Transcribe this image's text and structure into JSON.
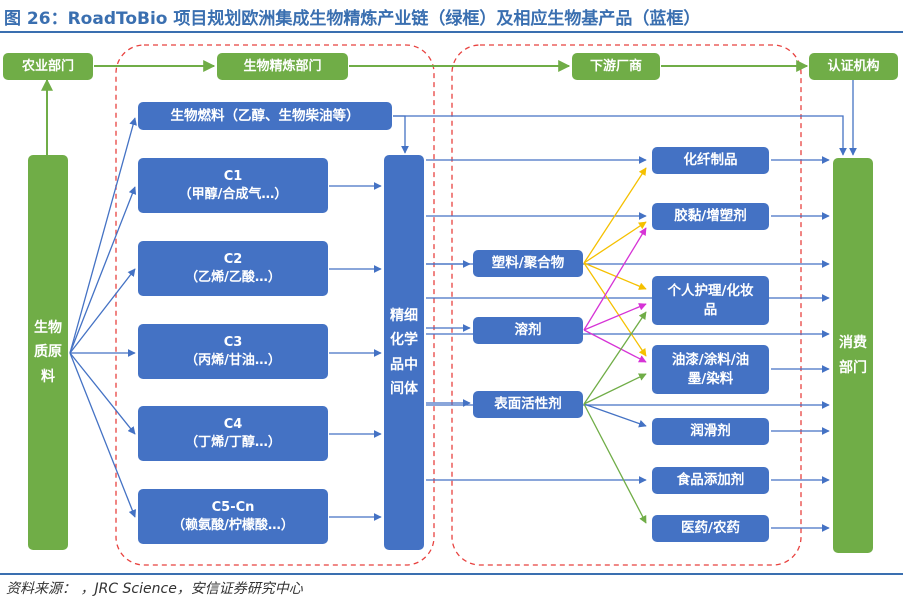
{
  "title": "图 26：RoadToBio 项目规划欧洲集成生物精炼产业链（绿框）及相应生物基产品（蓝框）",
  "source": "资料来源：                    ，JRC Science，安信证券研究中心",
  "headers": {
    "agri": "农业部门",
    "refinery": "生物精炼部门",
    "downstream": "下游厂商",
    "cert": "认证机构"
  },
  "raw_material": "生物质原料",
  "consumer": "消费部门",
  "biofuel": "生物燃料（乙醇、生物柴油等）",
  "platforms": [
    {
      "name": "C1",
      "sub": "（甲醇/合成气…）"
    },
    {
      "name": "C2",
      "sub": "（乙烯/乙酸…）"
    },
    {
      "name": "C3",
      "sub": "（丙烯/甘油…）"
    },
    {
      "name": "C4",
      "sub": "（丁烯/丁醇…）"
    },
    {
      "name": "C5-Cn",
      "sub": "（赖氨酸/柠檬酸…）"
    }
  ],
  "intermediate": "精细化学品中间体",
  "materials": [
    "塑料/聚合物",
    "溶剂",
    "表面活性剂"
  ],
  "products": [
    "化纤制品",
    "胶黏/增塑剂",
    "个人护理/化妆品",
    "油漆/涂料/油墨/染料",
    "润滑剂",
    "食品添加剂",
    "医药/农药"
  ],
  "colors": {
    "green": "#70ad47",
    "blue": "#4472c4",
    "frame_red": "#e8423f",
    "yellow": "#f5c000",
    "magenta": "#d633d6",
    "title_blue": "#3a6fb0"
  }
}
